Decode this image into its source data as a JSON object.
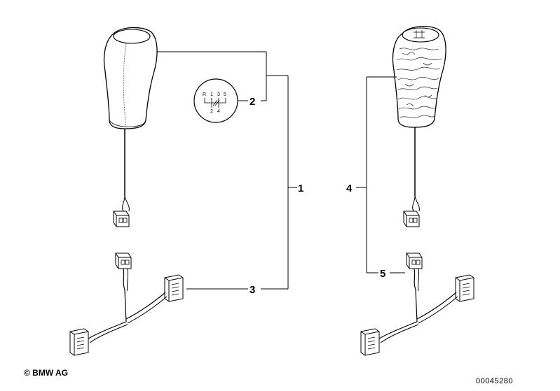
{
  "callouts": {
    "part_1": "1",
    "part_2": "2",
    "part_3": "3",
    "part_4": "4",
    "part_5": "5"
  },
  "shift_pattern": {
    "top_row": [
      "R",
      "1",
      "3",
      "5"
    ],
    "bottom_row": [
      "2",
      "4"
    ]
  },
  "footer": {
    "copyright": "© BMW AG",
    "diagram_number": "00045280"
  }
}
